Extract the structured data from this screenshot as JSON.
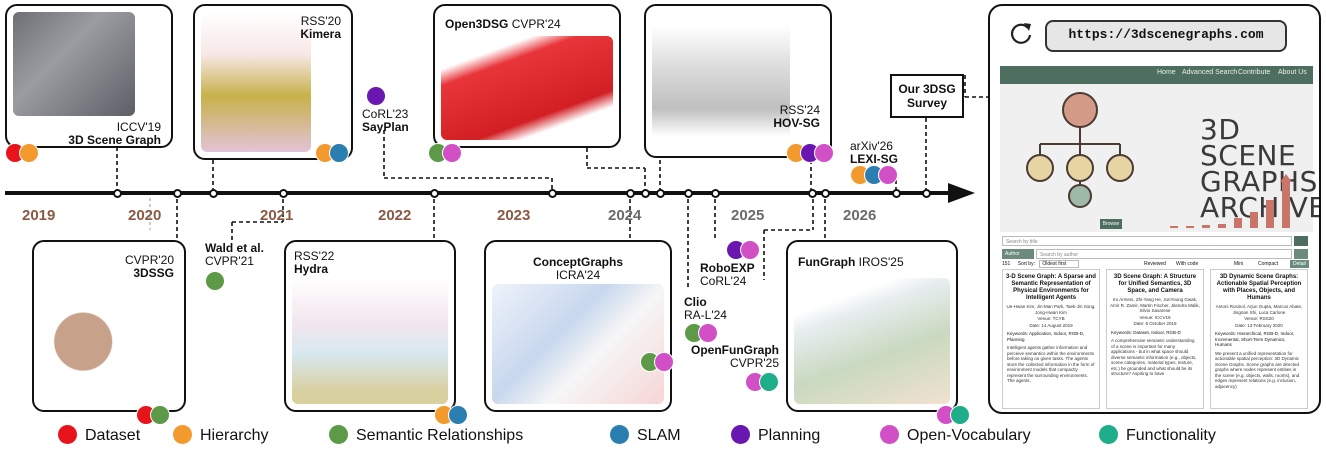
{
  "legend": [
    {
      "label": "Dataset",
      "color": "#e8141c"
    },
    {
      "label": "Hierarchy",
      "color": "#f39a2e"
    },
    {
      "label": "Semantic Relationships",
      "color": "#5c9a47"
    },
    {
      "label": "SLAM",
      "color": "#2a7fb0"
    },
    {
      "label": "Planning",
      "color": "#6a16b0"
    },
    {
      "label": "Open-Vocabulary",
      "color": "#d150c6"
    },
    {
      "label": "Functionality",
      "color": "#1fae8a"
    }
  ],
  "years": [
    "2019",
    "2020",
    "2021",
    "2022",
    "2023",
    "2024",
    "2025",
    "2026"
  ],
  "works": {
    "iccv19": {
      "venue": "ICCV'19",
      "name": "3D Scene Graph"
    },
    "cvpr20": {
      "venue": "CVPR'20",
      "name": "3DSSG"
    },
    "rss20": {
      "venue": "RSS'20",
      "name": "Kimera"
    },
    "wald": {
      "name": "Wald et al.",
      "venue": "CVPR'21"
    },
    "rss22": {
      "venue": "RSS'22",
      "name": "Hydra"
    },
    "corl23": {
      "venue": "CoRL'23",
      "name": "SayPlan"
    },
    "open3dsg": {
      "name": "Open3DSG",
      "venue": "CVPR'24"
    },
    "conceptgraphs": {
      "name": "ConceptGraphs",
      "venue": "ICRA'24"
    },
    "clio": {
      "name": "Clio",
      "venue": "RA-L'24"
    },
    "roboexp": {
      "name": "RoboEXP",
      "venue": "CoRL'24"
    },
    "hovsg": {
      "venue": "RSS'24",
      "name": "HOV-SG"
    },
    "openfungraph": {
      "name": "OpenFunGraph",
      "venue": "CVPR'25"
    },
    "fungraph": {
      "name": "FunGraph",
      "venue": "IROS'25"
    },
    "lexisg": {
      "venue": "arXiv'26",
      "name": "LEXI-SG"
    },
    "survey": {
      "name": "Our 3DSG Survey"
    }
  },
  "website": {
    "url": "https://3dscenegraphs.com",
    "nav": [
      "Home",
      "Advanced Search",
      "Contribute",
      "About Us"
    ],
    "title_lines": [
      "3D SCENE",
      "GRAPHS",
      "ARCHIVE"
    ],
    "browse": "Browse",
    "search_title": "Search by title",
    "author": "Author",
    "search_author": "Search by author",
    "count": "151",
    "sort_label": "Sort by:",
    "sort_value": "Oldest first",
    "reviewed": "Reviewed",
    "with_code": "With code",
    "views": [
      "Mini",
      "Compact",
      "Detail"
    ],
    "papers": [
      {
        "title": "3-D Scene Graph: A Sparse and Semantic Representation of Physical Environments for Intelligent Agents",
        "authors": "Ue-Hwan Kim, Jin-Man Park, Taek-Jin Song, Jong-Hwan Kim",
        "venue": "Venue: TCYB",
        "date": "Date: 14 August 2019",
        "keywords": "Keywords: Application, Indoor, RGB-D, Planning",
        "abstract": "Intelligent agents gather information and perceive semantics within the environments before taking on given tasks. The agents store the collected information in the form of environment models that compactly represent the surrounding environments. The agents,"
      },
      {
        "title": "3D Scene Graph: A Structure for Unified Semantics, 3D Space, and Camera",
        "authors": "Iro Armeni, Zhi-Yang He, JunYoung Gwak, Amir R. Zamir, Martin Fischer, Jitendra Malik, Silvio Savarese",
        "venue": "Venue: ICCV19",
        "date": "Date: 6 October 2019",
        "keywords": "Keywords: Dataset, Indoor, RGB-D",
        "abstract": "A comprehensive semantic understanding of a scene is important for many applications - but in what space should diverse semantic information (e.g., objects, scene categories, material types, texture, etc.) be grounded and what should be its structure? Aspiring to have"
      },
      {
        "title": "3D Dynamic Scene Graphs: Actionable Spatial Perception with Places, Objects, and Humans",
        "authors": "Antoni Rosinol, Arjun Gupta, Marcus Abate, Jingnan Shi, Luca Carlone",
        "venue": "Venue: RSS20",
        "date": "Date: 13 February 2020",
        "keywords": "Keywords: Hierarchical, RGB-D, Indoor, Incremental, Short-Term Dynamics, Humans",
        "abstract": "We present a unified representation for actionable spatial perception: 3D Dynamic Scene Graphs. Scene graphs are directed graphs where nodes represent entities in the scene (e.g. objects, walls, rooms), and edges represent relations (e.g. inclusion, adjacency)"
      }
    ]
  }
}
